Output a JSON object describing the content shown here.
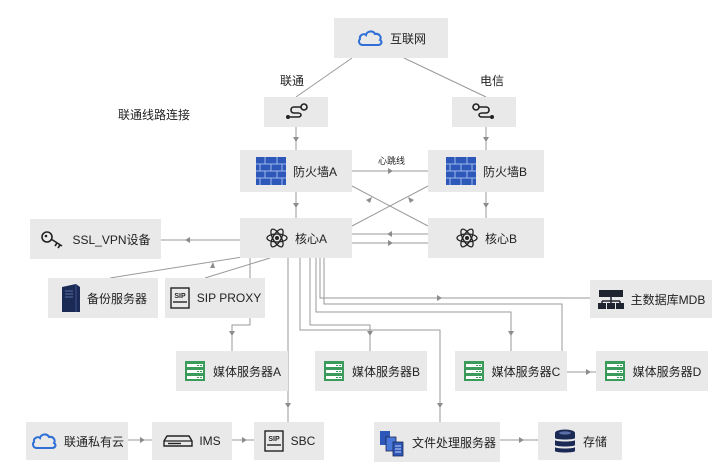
{
  "nodes": {
    "internet": "互联网",
    "fw_a": "防火墙A",
    "fw_b": "防火墙B",
    "core_a": "核心A",
    "core_b": "核心B",
    "ssl_vpn": "SSL_VPN设备",
    "backup": "备份服务器",
    "sip_proxy": "SIP PROXY",
    "mdb": "主数据库MDB",
    "media_a": "媒体服务器A",
    "media_b": "媒体服务器B",
    "media_c": "媒体服务器C",
    "media_d": "媒体服务器D",
    "private_cloud": "联通私有云",
    "ims": "IMS",
    "sbc": "SBC",
    "file_server": "文件处理服务器",
    "storage": "存储"
  },
  "labels": {
    "unicom": "联通",
    "telecom": "电信",
    "unicom_link": "联通线路连接",
    "heartbeat": "心跳线",
    "sip_icon_text": "SIP"
  },
  "colors": {
    "node_bg": "#e9e9e9",
    "line": "#8c8c8c",
    "cloud_blue": "#2f6fd6",
    "firewall_blue": "#2d57b8",
    "server_green": "#3b9b5a",
    "dark_navy": "#1a2a55"
  },
  "icons": {
    "internet": "cloud-icon",
    "router": "route-icon",
    "firewall": "brick-firewall-icon",
    "core": "atom-icon",
    "vpn": "key-icon",
    "backup": "server-tower-icon",
    "sip": "sip-phone-icon",
    "mdb": "database-network-icon",
    "media": "server-rack-icon",
    "ims": "network-device-icon",
    "file": "file-server-icon",
    "storage": "storage-stack-icon"
  }
}
